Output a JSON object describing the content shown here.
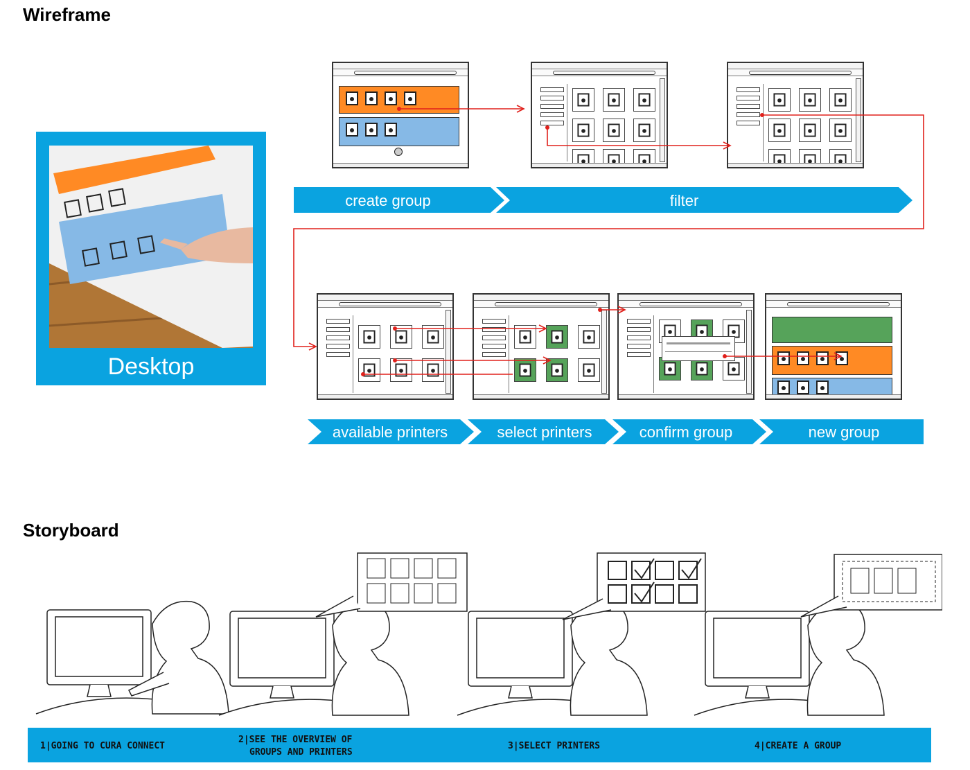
{
  "headings": {
    "wireframe": "Wireframe",
    "storyboard": "Storyboard"
  },
  "desktop": {
    "label": "Desktop"
  },
  "flow_top": [
    {
      "label": "create group"
    },
    {
      "label": "filter"
    }
  ],
  "flow_bottom": [
    {
      "label": "available printers"
    },
    {
      "label": "select printers"
    },
    {
      "label": "confirm group"
    },
    {
      "label": "new group"
    }
  ],
  "storyboard_steps": [
    {
      "line1": "1|GOING TO CURA CONNECT",
      "line2": ""
    },
    {
      "line1": "2|SEE THE OVERVIEW OF",
      "line2": "GROUPS AND PRINTERS"
    },
    {
      "line1": "3|SELECT PRINTERS",
      "line2": ""
    },
    {
      "line1": "4|CREATE A GROUP",
      "line2": ""
    }
  ],
  "colors": {
    "accent_blue": "#0aa3e0",
    "group_orange": "#ff8a24",
    "group_blue": "#86b9e6",
    "selected_green": "#56a35a",
    "flow_red": "#e0201b"
  }
}
